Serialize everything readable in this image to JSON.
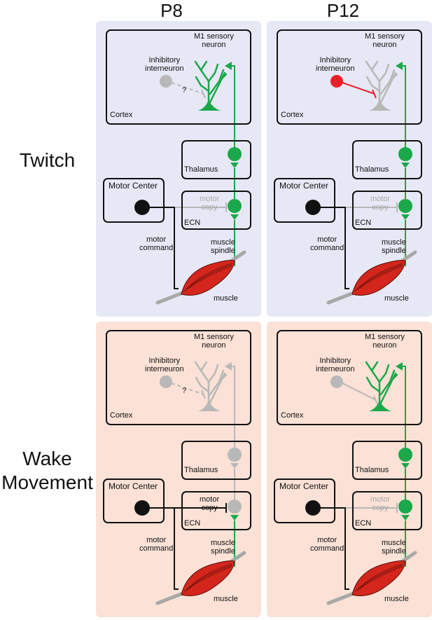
{
  "columns": [
    "P8",
    "P12"
  ],
  "rows": [
    {
      "label": "Twitch"
    },
    {
      "label_lines": [
        "Wake",
        "Movement"
      ]
    }
  ],
  "labels": {
    "m1_sensory_neuron": [
      "M1 sensory",
      "neuron"
    ],
    "inhibitory_interneuron": [
      "Inhibitory",
      "interneuron"
    ],
    "question_mark": "?",
    "cortex": "Cortex",
    "thalamus": "Thalamus",
    "motor_center": "Motor Center",
    "motor_copy": [
      "motor",
      "copy"
    ],
    "ecn": "ECN",
    "motor_command": [
      "motor",
      "command"
    ],
    "muscle_spindle": [
      "muscle",
      "spindle"
    ],
    "muscle": "muscle"
  },
  "colors": {
    "twitch_background": "#e6e8f5",
    "wake_background": "#fbe1d6",
    "active_pathway": "#1ba84a",
    "inactive_pathway": "#b8b8b8",
    "inhibitory_active": "#e8202a",
    "motor": "#111111",
    "muscle": "#d4261c"
  },
  "panels": [
    {
      "id": "twitch-p8",
      "row": "Twitch",
      "column": "P8",
      "neuron_active": true,
      "thalamus_active": true,
      "ecn_active": true,
      "interneuron_state": "uncertain",
      "motor_copy_active": false
    },
    {
      "id": "twitch-p12",
      "row": "Twitch",
      "column": "P12",
      "neuron_active": false,
      "thalamus_active": true,
      "ecn_active": true,
      "interneuron_state": "inhibiting",
      "motor_copy_active": false
    },
    {
      "id": "wake-p8",
      "row": "Wake Movement",
      "column": "P8",
      "neuron_active": false,
      "thalamus_active": false,
      "ecn_active": false,
      "interneuron_state": "uncertain",
      "motor_copy_active": true
    },
    {
      "id": "wake-p12",
      "row": "Wake Movement",
      "column": "P12",
      "neuron_active": true,
      "thalamus_active": true,
      "ecn_active": true,
      "interneuron_state": "inactive",
      "motor_copy_active": false
    }
  ]
}
